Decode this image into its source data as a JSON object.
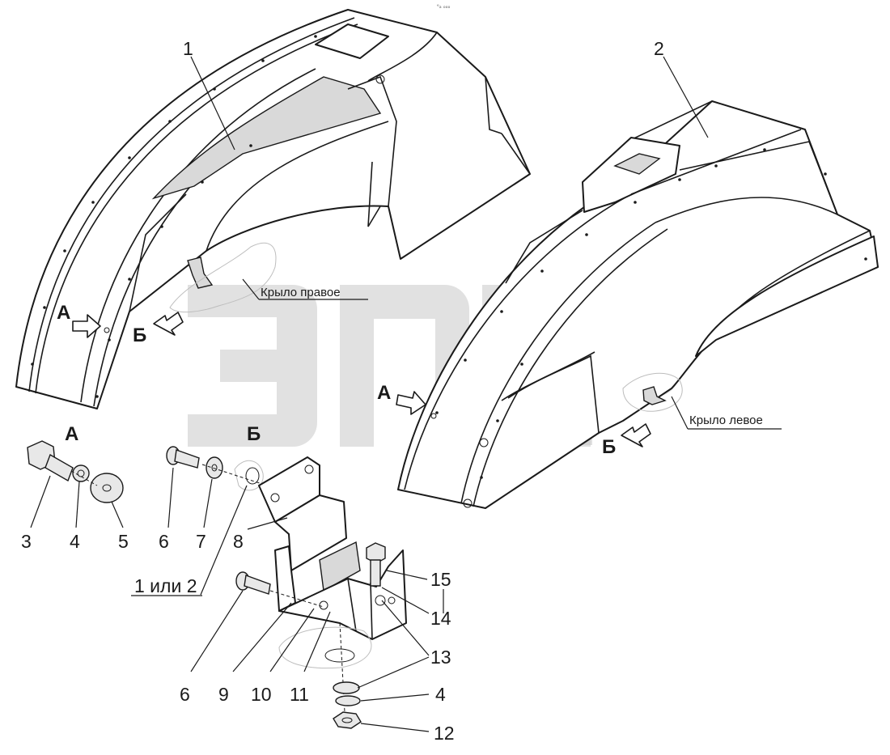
{
  "corner_mark": "ᵉₐ ₒₒₒ",
  "watermark": {
    "tm": "TM"
  },
  "callouts": {
    "n1": "1",
    "n2": "2",
    "n3": "3",
    "n4a": "4",
    "n4b": "4",
    "n5": "5",
    "n6a": "6",
    "n6b": "6",
    "n7": "7",
    "n8": "8",
    "n9": "9",
    "n10": "10",
    "n11": "11",
    "n12": "12",
    "n13": "13",
    "n14": "14",
    "n15": "15",
    "one_or_two": "1 или 2"
  },
  "views": {
    "a_right": "А",
    "b_right": "Б",
    "a_left": "А",
    "b_left": "Б",
    "a_title": "А",
    "b_title": "Б"
  },
  "captions": {
    "right_fender": "Крыло правое",
    "left_fender": "Крыло левое"
  },
  "colors": {
    "ink": "#1a1a1a",
    "watermark": "#c9c9c9",
    "background": "#ffffff"
  }
}
